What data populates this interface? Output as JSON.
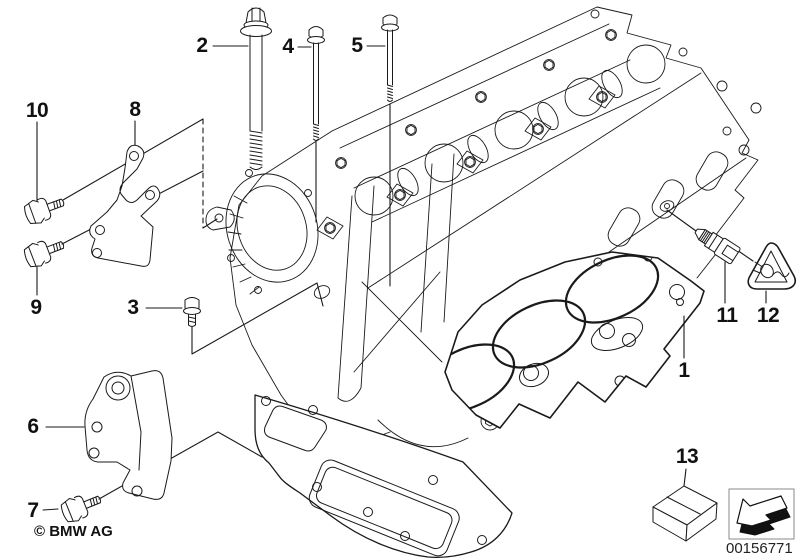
{
  "page": {
    "background": "#ffffff",
    "line_color": "#1a1a1a"
  },
  "callouts": [
    {
      "label": "1"
    },
    {
      "label": "2"
    },
    {
      "label": "3"
    },
    {
      "label": "4"
    },
    {
      "label": "5"
    },
    {
      "label": "6"
    },
    {
      "label": "7"
    },
    {
      "label": "8"
    },
    {
      "label": "9"
    },
    {
      "label": "10"
    },
    {
      "label": "11"
    },
    {
      "label": "12"
    },
    {
      "label": "13"
    }
  ],
  "footer": {
    "copyright": "© BMW AG",
    "image_number": "00156771"
  }
}
